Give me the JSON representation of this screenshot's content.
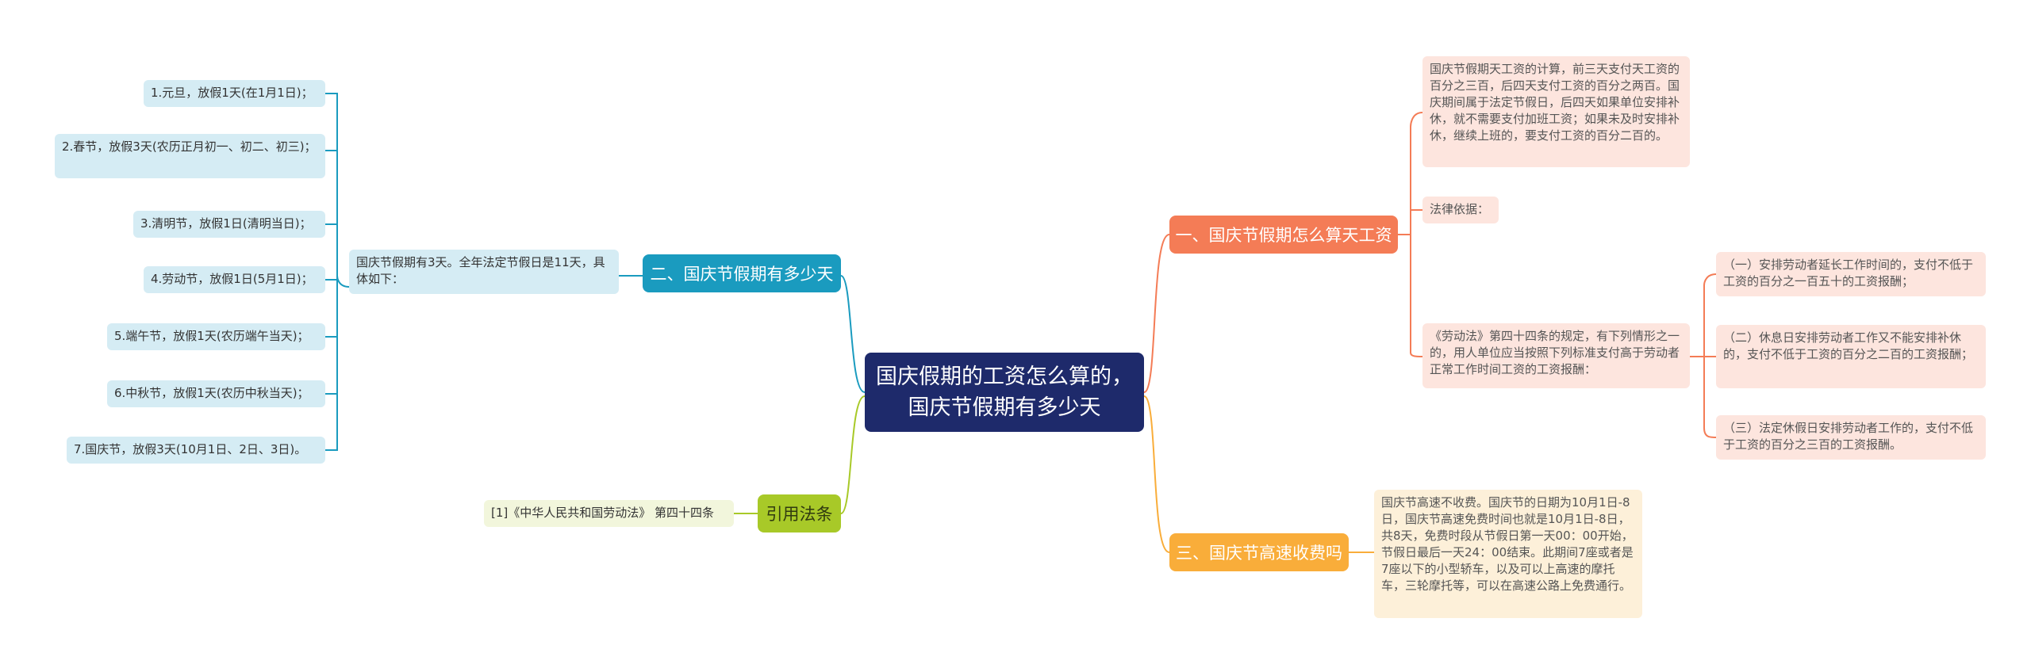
{
  "colors": {
    "center": "#1e2a6b",
    "blue": "#1a9bbf",
    "green": "#a8c928",
    "red": "#f47c56",
    "orange": "#f9ad3a"
  },
  "center": {
    "title": "国庆假期的工资怎么算的，国庆节假期有多少天"
  },
  "left": {
    "holidays": {
      "label": "二、国庆节假期有多少天",
      "summary": "国庆节假期有3天。全年法定节假日是11天，具体如下：",
      "items": [
        "1.元旦，放假1天(在1月1日)；",
        "2.春节，放假3天(农历正月初一、初二、初三)；",
        "3.清明节，放假1日(清明当日)；",
        "4.劳动节，放假1日(5月1日)；",
        "5.端午节，放假1天(农历端午当天)；",
        "6.中秋节，放假1天(农历中秋当天)；",
        "7.国庆节，放假3天(10月1日、2日、3日)。"
      ]
    },
    "citation": {
      "label": "引用法条",
      "item": "[1]《中华人民共和国劳动法》 第四十四条"
    }
  },
  "right": {
    "wage": {
      "label": "一、国庆节假期怎么算天工资",
      "calc": "国庆节假期天工资的计算，前三天支付天工资的百分之三百，后四天支付工资的百分之两百。国庆期间属于法定节假日，后四天如果单位安排补休，就不需要支付加班工资；如果未及时安排补休，继续上班的，要支付工资的百分二百的。",
      "basis": "法律依据：",
      "law": "《劳动法》第四十四条的规定，有下列情形之一的，用人单位应当按照下列标准支付高于劳动者正常工作时间工资的工资报酬：",
      "law_items": [
        "（一）安排劳动者延长工作时间的，支付不低于工资的百分之一百五十的工资报酬；",
        "（二）休息日安排劳动者工作又不能安排补休的，支付不低于工资的百分之二百的工资报酬；",
        "（三）法定休假日安排劳动者工作的，支付不低于工资的百分之三百的工资报酬。"
      ]
    },
    "toll": {
      "label": "三、国庆节高速收费吗",
      "text": "国庆节高速不收费。国庆节的日期为10月1日-8日，国庆节高速免费时间也就是10月1日-8日，共8天，免费时段从节假日第一天00：00开始，节假日最后一天24：00结束。此期间7座或者是7座以下的小型轿车，以及可以上高速的摩托车，三轮摩托等，可以在高速公路上免费通行。"
    }
  }
}
